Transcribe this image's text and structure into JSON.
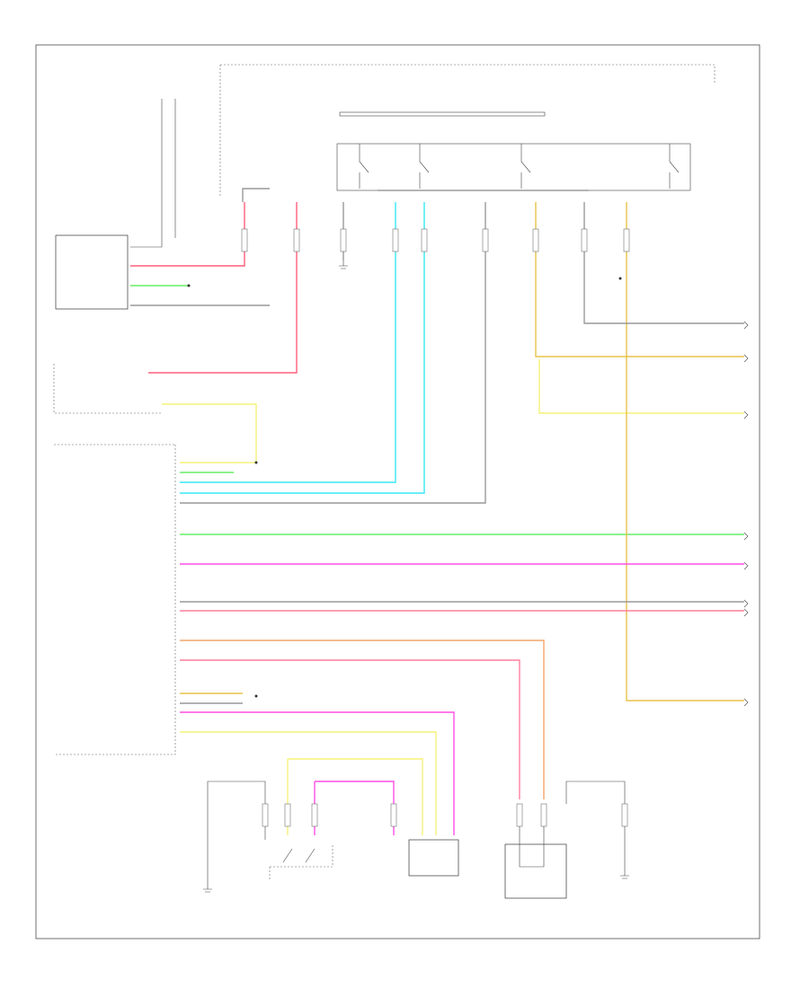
{
  "colors": {
    "red": "#ff5f7a",
    "cyan": "#37e8f5",
    "green": "#66ee66",
    "yellow": "#f6f27a",
    "gold": "#e8c24a",
    "pink": "#ff4fe6",
    "orange": "#f4a66a",
    "salmon": "#ff7f9c",
    "gray": "#999999",
    "black": "#222222"
  },
  "icons": [
    "ground-symbol",
    "switch-contact",
    "splice-dot"
  ]
}
